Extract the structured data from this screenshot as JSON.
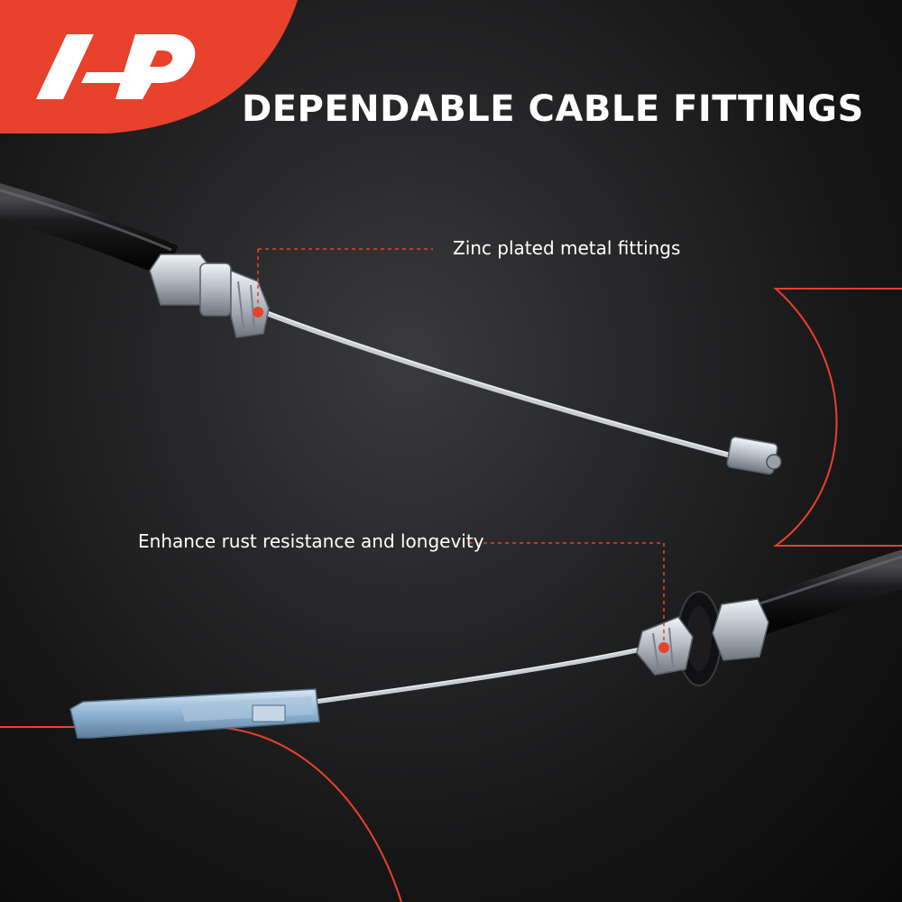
{
  "brand": {
    "logo_text": "A-P",
    "accent_color": "#e8412c"
  },
  "headline": "DEPENDABLE CABLE FITTINGS",
  "callouts": [
    {
      "text": "Zinc plated metal fittings"
    },
    {
      "text": "Enhance rust resistance and longevity"
    }
  ],
  "colors": {
    "background": "#1a1a1b",
    "accent": "#e8412c",
    "text": "#ffffff"
  }
}
